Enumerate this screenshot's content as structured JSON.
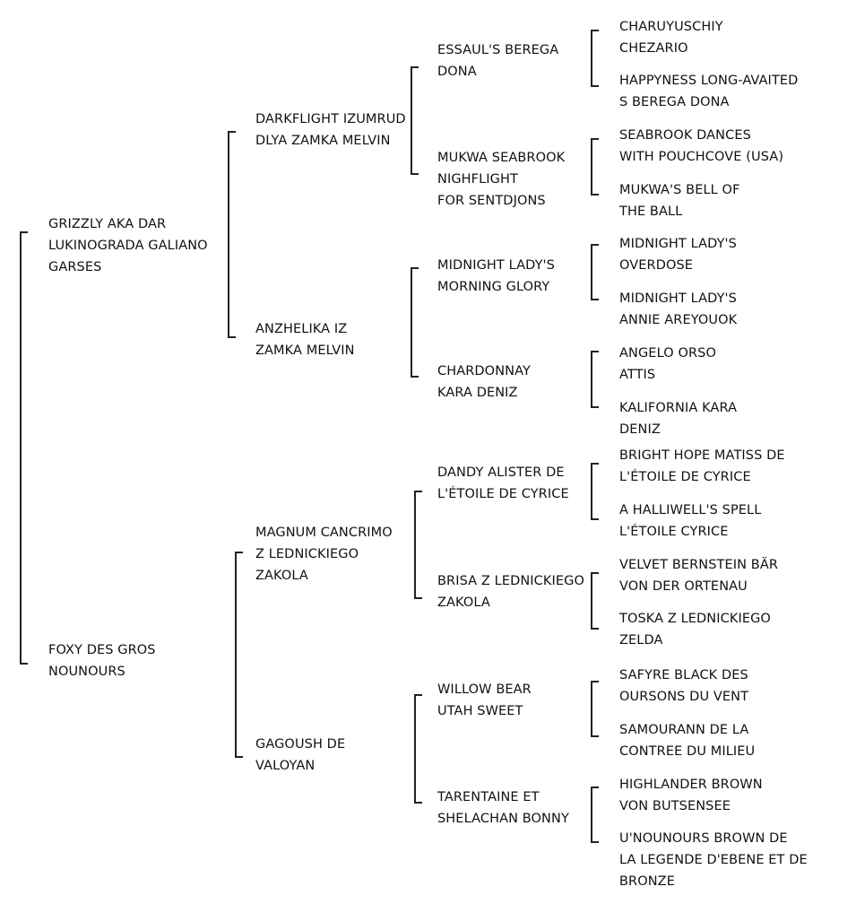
{
  "pedigree": {
    "parents": [
      {
        "role": "sire",
        "lines": [
          "GRIZZLY AKA DAR",
          "LUKINOGRADA GALIANO",
          "GARSES"
        ]
      },
      {
        "role": "dam",
        "lines": [
          "FOXY DES GROS",
          "NOUNOURS"
        ]
      }
    ],
    "grandparents": [
      {
        "lines": [
          "DARKFLIGHT IZUMRUD",
          "DLYA ZAMKA MELVIN"
        ]
      },
      {
        "lines": [
          "ANZHELIKA IZ",
          "ZAMKA MELVIN"
        ]
      },
      {
        "lines": [
          "MAGNUM CANCRIMO",
          "Z LEDNICKIEGO",
          "ZAKOLA"
        ]
      },
      {
        "lines": [
          "GAGOUSH DE",
          "VALOYAN"
        ]
      }
    ],
    "great_grandparents": [
      {
        "lines": [
          "ESSAUL'S BEREGA",
          "DONA"
        ]
      },
      {
        "lines": [
          "MUKWA SEABROOK",
          "NIGHFLIGHT",
          "FOR SENTDJONS"
        ]
      },
      {
        "lines": [
          "MIDNIGHT LADY'S",
          "MORNING GLORY"
        ]
      },
      {
        "lines": [
          "CHARDONNAY",
          "KARA DENIZ"
        ]
      },
      {
        "lines": [
          "DANDY ALISTER DE",
          "L'ÉTOILE DE CYRICE"
        ]
      },
      {
        "lines": [
          "BRISA Z LEDNICKIEGO",
          "ZAKOLA"
        ]
      },
      {
        "lines": [
          "WILLOW BEAR",
          "UTAH SWEET"
        ]
      },
      {
        "lines": [
          "TARENTAINE ET",
          "SHELACHAN BONNY"
        ]
      }
    ],
    "great_great_grandparents": [
      {
        "lines": [
          "CHARUYUSCHIY",
          "CHEZARIO"
        ]
      },
      {
        "lines": [
          "HAPPYNESS LONG-AVAITED",
          "S BEREGA DONA"
        ]
      },
      {
        "lines": [
          "SEABROOK DANCES",
          "WITH POUCHCOVE (USA)"
        ]
      },
      {
        "lines": [
          "MUKWA'S BELL OF",
          "THE BALL"
        ]
      },
      {
        "lines": [
          "MIDNIGHT LADY'S",
          "OVERDOSE"
        ]
      },
      {
        "lines": [
          "MIDNIGHT LADY'S",
          "ANNIE AREYOUOK"
        ]
      },
      {
        "lines": [
          "ANGELO ORSO",
          "ATTIS"
        ]
      },
      {
        "lines": [
          "KALIFORNIA KARA",
          "DENIZ"
        ]
      },
      {
        "lines": [
          "BRIGHT HOPE MATISS DE",
          "L'ÉTOILE DE CYRICE"
        ]
      },
      {
        "lines": [
          "A HALLIWELL'S SPELL",
          "L'ÉTOILE CYRICE"
        ]
      },
      {
        "lines": [
          "VELVET BERNSTEIN BÄR",
          "VON DER ORTENAU"
        ]
      },
      {
        "lines": [
          "TOSKA Z LEDNICKIEGO",
          "ZELDA"
        ]
      },
      {
        "lines": [
          "SAFYRE BLACK DES",
          "OURSONS DU VENT"
        ]
      },
      {
        "lines": [
          "SAMOURANN DE LA",
          "CONTREE DU MILIEU"
        ]
      },
      {
        "lines": [
          "HIGHLANDER BROWN",
          "VON BUTSENSEE"
        ]
      },
      {
        "lines": [
          "U'NOUNOURS BROWN DE",
          "LA LEGENDE D'EBENE ET DE",
          "BRONZE"
        ]
      }
    ]
  }
}
